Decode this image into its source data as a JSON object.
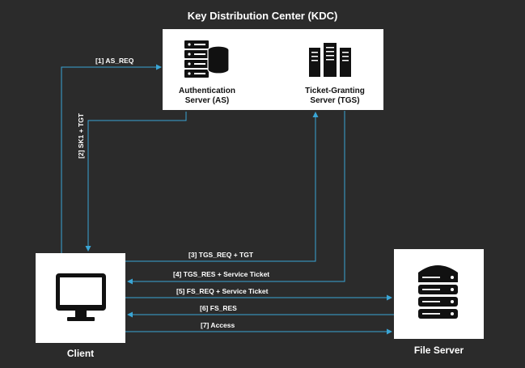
{
  "title": "Key Distribution Center (KDC)",
  "nodes": {
    "as_label_line1": "Authentication",
    "as_label_line2": "Server (AS)",
    "tgs_label_line1": "Ticket-Granting",
    "tgs_label_line2": "Server (TGS)",
    "client_label": "Client",
    "file_server_label": "File Server"
  },
  "messages": {
    "m1": "[1] AS_REQ",
    "m2": "[2] SK1 + TGT",
    "m3": "[3] TGS_REQ + TGT",
    "m4": "[4] TGS_RES + Service Ticket",
    "m5": "[5] FS_REQ + Service Ticket",
    "m6": "[6] FS_RES",
    "m7": "[7] Access"
  },
  "colors": {
    "background": "#2b2b2b",
    "arrow": "#3aa6d6",
    "box": "#ffffff",
    "icon": "#111111"
  },
  "icons": {
    "as": "database-server-icon",
    "tgs": "server-rack-icon",
    "client": "monitor-icon",
    "file_server": "server-stack-icon"
  }
}
